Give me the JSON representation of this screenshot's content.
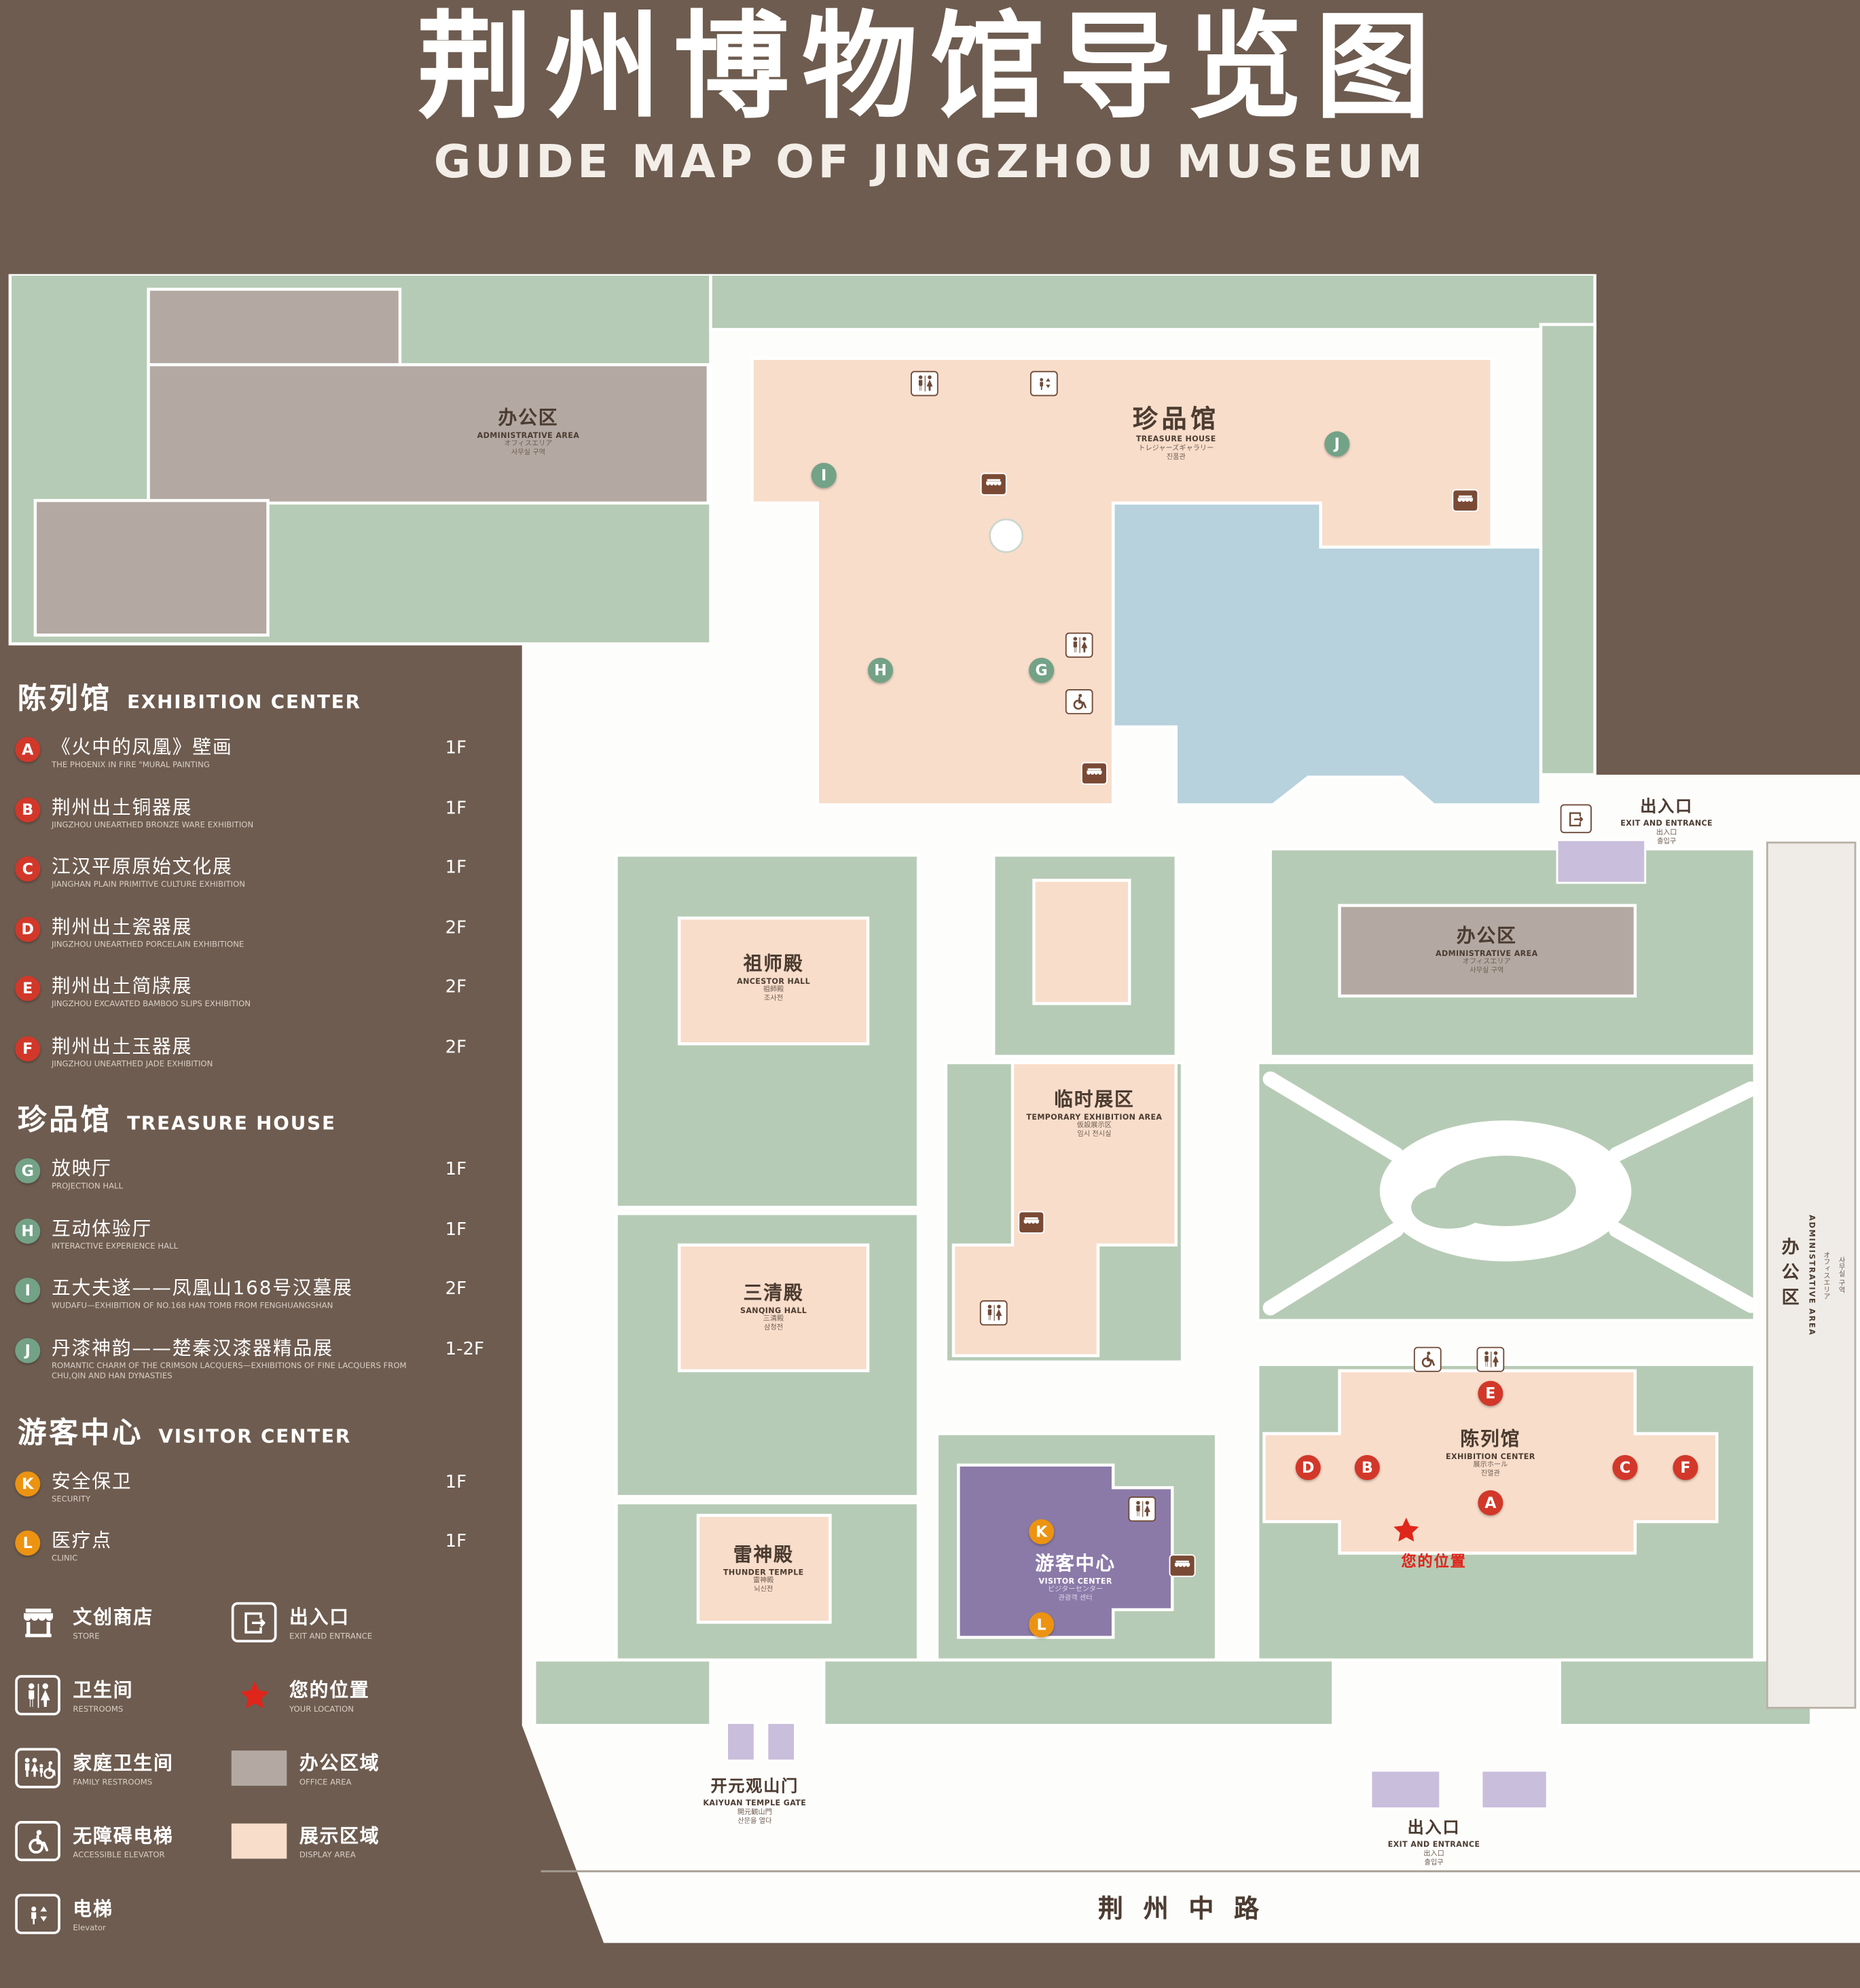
{
  "title": {
    "zh": "荆州博物馆导览图",
    "en": "GUIDE MAP OF JINGZHOU MUSEUM"
  },
  "colors": {
    "background": "#6e5c50",
    "lawn": "#b6cbb5",
    "display_area": "#f8ddca",
    "office_area": "#b3a9a2",
    "water": "#b7d2dd",
    "visitor_center": "#8b7aa8",
    "marker_red": "#d2382a",
    "marker_green": "#73a287",
    "marker_orange": "#ec9312",
    "location_star": "#e0251b"
  },
  "legend": {
    "sections": [
      {
        "zh": "陈列馆",
        "en": "EXHIBITION CENTER",
        "items": [
          {
            "letter": "A",
            "zh": "《火中的凤凰》壁画",
            "en": "THE PHOENIX IN FIRE \"MURAL PAINTING",
            "floor": "1F"
          },
          {
            "letter": "B",
            "zh": "荆州出土铜器展",
            "en": "JINGZHOU UNEARTHED BRONZE WARE EXHIBITION",
            "floor": "1F"
          },
          {
            "letter": "C",
            "zh": "江汉平原原始文化展",
            "en": "JIANGHAN PLAIN PRIMITIVE CULTURE EXHIBITION",
            "floor": "1F"
          },
          {
            "letter": "D",
            "zh": "荆州出土瓷器展",
            "en": "JINGZHOU UNEARTHED PORCELAIN EXHIBITIONE",
            "floor": "2F"
          },
          {
            "letter": "E",
            "zh": "荆州出土简牍展",
            "en": "JINGZHOU EXCAVATED BAMBOO SLIPS EXHIBITION",
            "floor": "2F"
          },
          {
            "letter": "F",
            "zh": "荆州出土玉器展",
            "en": "JINGZHOU UNEARTHED JADE EXHIBITION",
            "floor": "2F"
          }
        ]
      },
      {
        "zh": "珍品馆",
        "en": "TREASURE HOUSE",
        "items": [
          {
            "letter": "G",
            "zh": "放映厅",
            "en": "PROJECTION HALL",
            "floor": "1F"
          },
          {
            "letter": "H",
            "zh": "互动体验厅",
            "en": "INTERACTIVE EXPERIENCE HALL",
            "floor": "1F"
          },
          {
            "letter": "I",
            "zh": "五大夫遂——凤凰山168号汉墓展",
            "en": "WUDAFU—EXHIBITION OF NO.168 HAN TOMB FROM FENGHUANGSHAN",
            "floor": "2F"
          },
          {
            "letter": "J",
            "zh": "丹漆神韵——楚秦汉漆器精品展",
            "en": "ROMANTIC CHARM OF THE CRIMSON LACQUERS—EXHIBITIONS OF FINE LACQUERS FROM CHU,QIN AND HAN DYNASTIES",
            "floor": "1-2F"
          }
        ]
      },
      {
        "zh": "游客中心",
        "en": "VISITOR CENTER",
        "items": [
          {
            "letter": "K",
            "zh": "安全保卫",
            "en": "SECURITY",
            "floor": "1F"
          },
          {
            "letter": "L",
            "zh": "医疗点",
            "en": "CLINIC",
            "floor": "1F"
          }
        ]
      }
    ],
    "symbols": {
      "store": {
        "zh": "文创商店",
        "en": "STORE"
      },
      "exit": {
        "zh": "出入口",
        "en": "EXIT AND ENTRANCE"
      },
      "restroom": {
        "zh": "卫生间",
        "en": "RESTROOMS"
      },
      "location": {
        "zh": "您的位置",
        "en": "YOUR LOCATION"
      },
      "family": {
        "zh": "家庭卫生间",
        "en": "FAMILY RESTROOMS"
      },
      "office": {
        "zh": "办公区域",
        "en": "OFFICE AREA"
      },
      "accessible": {
        "zh": "无障碍电梯",
        "en": "ACCESSIBLE ELEVATOR"
      },
      "display": {
        "zh": "展示区域",
        "en": "DISPLAY AREA"
      },
      "elevator": {
        "zh": "电梯",
        "en": "Elevator"
      }
    }
  },
  "map": {
    "admin_top": {
      "zh": "办公区",
      "en": "ADMINISTRATIVE AREA",
      "jp": "オフィスエリア",
      "kr": "사무실 구역"
    },
    "treasure": {
      "zh": "珍品馆",
      "en": "TREASURE HOUSE",
      "jp": "トレジャーズギャラリー",
      "kr": "진품관"
    },
    "exit_right": {
      "zh": "出入口",
      "en": "EXIT AND ENTRANCE",
      "jp": "出入口",
      "kr": "출입구"
    },
    "ancestor": {
      "zh": "祖师殿",
      "en": "ANCESTOR HALL",
      "jp": "祖師殿",
      "kr": "조사전"
    },
    "admin_mid": {
      "zh": "办公区",
      "en": "ADMINISTRATIVE AREA",
      "jp": "オフィスエリア",
      "kr": "사무실 구역"
    },
    "temp": {
      "zh": "临时展区",
      "en": "TEMPORARY EXHIBITION AREA",
      "jp": "仮設展示区",
      "kr": "임시 전시실"
    },
    "sanqing": {
      "zh": "三清殿",
      "en": "SANQING HALL",
      "jp": "三清殿",
      "kr": "삼청전"
    },
    "exhibition": {
      "zh": "陈列馆",
      "en": "EXHIBITION CENTER",
      "jp": "展示ホール",
      "kr": "진열관"
    },
    "thunder": {
      "zh": "雷神殿",
      "en": "THUNDER TEMPLE",
      "jp": "雷神殿",
      "kr": "뇌신전"
    },
    "visitor": {
      "zh": "游客中心",
      "en": "VISITOR CENTER",
      "jp": "ビジターセンター",
      "kr": "관광객 센터"
    },
    "gate": {
      "zh": "开元观山门",
      "en": "KAIYUAN TEMPLE GATE",
      "jp": "開元観山門",
      "kr": "산문을 열다"
    },
    "exit_bottom": {
      "zh": "出入口",
      "en": "EXIT AND ENTRANCE",
      "jp": "出入口",
      "kr": "출입구"
    },
    "admin_right": {
      "zh": "办公区",
      "en": "ADMINISTRATIVE AREA",
      "jp": "オフィスエリア",
      "kr": "사무실 구역"
    },
    "road": "荆州中路",
    "your_location": "您的位置",
    "markers": {
      "A": "A",
      "B": "B",
      "C": "C",
      "D": "D",
      "E": "E",
      "F": "F",
      "G": "G",
      "H": "H",
      "I": "I",
      "J": "J",
      "K": "K",
      "L": "L"
    }
  }
}
